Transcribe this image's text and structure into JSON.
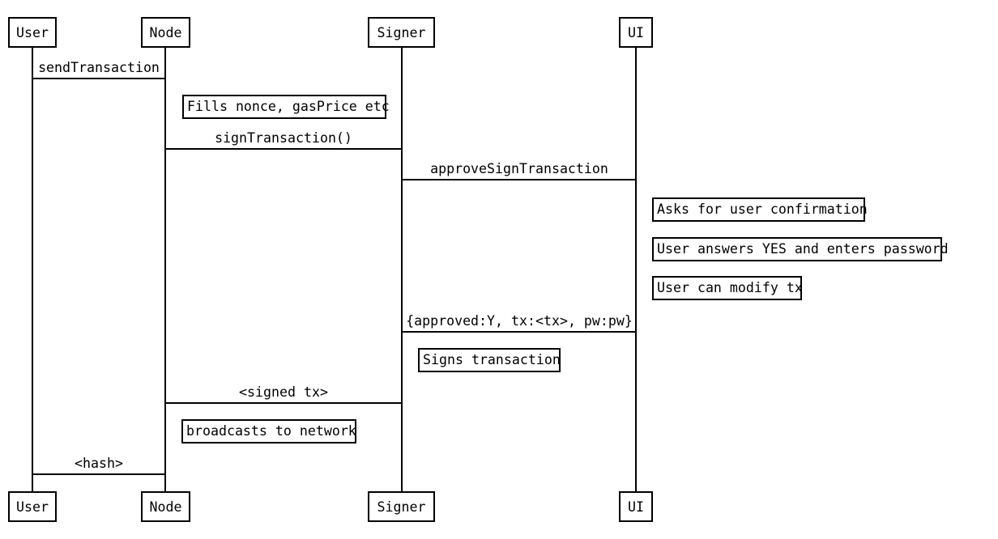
{
  "diagram": {
    "type": "sequence-diagram",
    "background_color": "#ffffff",
    "line_color": "#000000",
    "actors": [
      {
        "id": "user",
        "label": "User"
      },
      {
        "id": "node",
        "label": "Node"
      },
      {
        "id": "signer",
        "label": "Signer"
      },
      {
        "id": "ui",
        "label": "UI"
      }
    ],
    "messages": [
      {
        "label": "sendTransaction",
        "from": "user",
        "to": "node"
      },
      {
        "label": "signTransaction()",
        "from": "node",
        "to": "signer"
      },
      {
        "label": "approveSignTransaction",
        "from": "signer",
        "to": "ui"
      },
      {
        "label": "{approved:Y, tx:<tx>, pw:pw}",
        "from": "ui",
        "to": "signer"
      },
      {
        "label": "<signed tx>",
        "from": "signer",
        "to": "node"
      },
      {
        "label": "<hash>",
        "from": "node",
        "to": "user"
      }
    ],
    "notes": [
      {
        "label": "Fills nonce, gasPrice etc",
        "actor": "node"
      },
      {
        "label": "Asks for user confirmation",
        "actor": "ui"
      },
      {
        "label": "User answers YES and enters password",
        "actor": "ui"
      },
      {
        "label": "User can modify tx",
        "actor": "ui"
      },
      {
        "label": "Signs transaction",
        "actor": "signer"
      },
      {
        "label": "broadcasts to network",
        "actor": "node"
      }
    ]
  }
}
